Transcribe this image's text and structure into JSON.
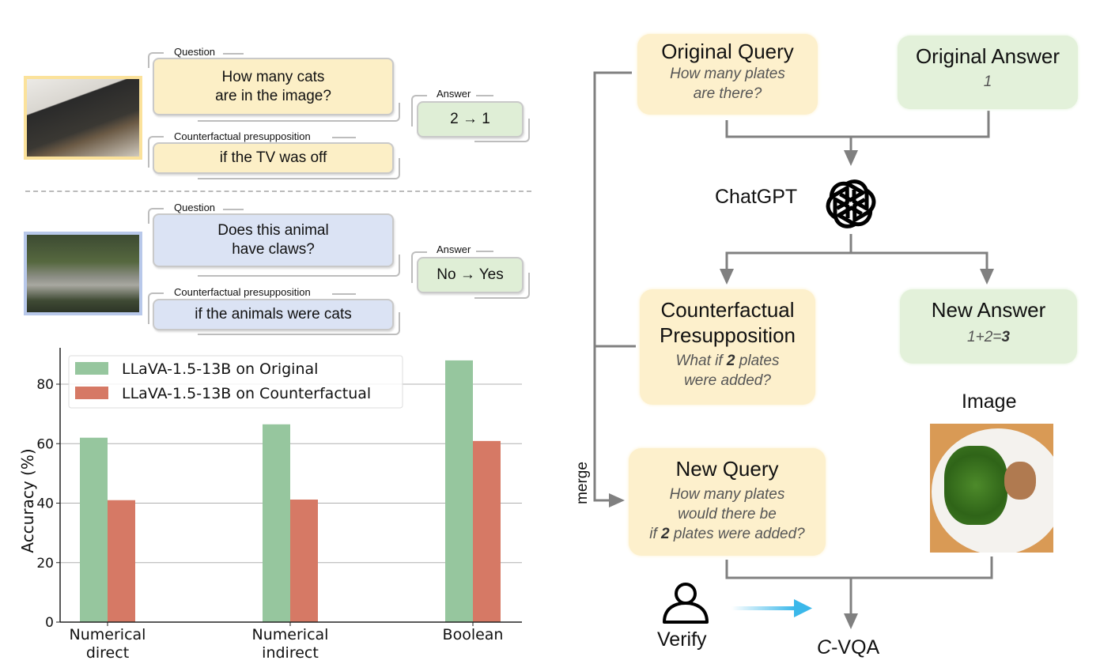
{
  "examples": [
    {
      "image_alt": "cat in front of TV",
      "question_tag": "Question",
      "question_lines": [
        "How many cats",
        "are in the image?"
      ],
      "presupposition_tag": "Counterfactual presupposition",
      "presupposition": "if the TV was off",
      "answer_tag": "Answer",
      "answer": "2 → 1"
    },
    {
      "image_alt": "elephants in enclosure",
      "question_tag": "Question",
      "question_lines": [
        "Does this animal",
        "have claws?"
      ],
      "presupposition_tag": "Counterfactual presupposition",
      "presupposition": "if the animals were cats",
      "answer_tag": "Answer",
      "answer": "No → Yes"
    }
  ],
  "flow": {
    "original_query": {
      "title": "Original Query",
      "lines": [
        "How many plates",
        "are there?"
      ]
    },
    "original_answer": {
      "title": "Original Answer",
      "value": "1"
    },
    "chatgpt_label": "ChatGPT",
    "counterfactual": {
      "title_lines": [
        "Counterfactual",
        "Presupposition"
      ],
      "pre": "What if ",
      "num": "2",
      "post": " plates",
      "line2": "were added?"
    },
    "new_answer": {
      "title": "New Answer",
      "expr": "1+2=",
      "result": "3"
    },
    "image_label": "Image",
    "new_query": {
      "title": "New Query",
      "line1": "How many plates",
      "line2": "would there be",
      "pre": "if ",
      "num": "2",
      "post": " plates were added?"
    },
    "merge_label": "merge",
    "verify_label": "Verify",
    "output_prefix": "C",
    "output_suffix": "-VQA",
    "colors": {
      "arrow": "#808080",
      "verify_arrow": "#3bb8ea"
    }
  },
  "chart_data": {
    "type": "bar",
    "categories": [
      [
        "Numerical",
        "direct"
      ],
      [
        "Numerical",
        "indirect"
      ],
      [
        "Boolean"
      ]
    ],
    "series": [
      {
        "name": "LLaVA-1.5-13B on Original",
        "color": "#96c69e",
        "values": [
          62.0,
          66.5,
          88.0
        ]
      },
      {
        "name": "LLaVA-1.5-13B on Counterfactual",
        "color": "#d67965",
        "values": [
          41.0,
          41.2,
          60.9
        ]
      }
    ],
    "title": "",
    "xlabel": "",
    "ylabel": "Accuracy (%)",
    "ylim": [
      0,
      90
    ],
    "yticks": [
      0,
      20,
      40,
      60,
      80
    ],
    "grid": "y",
    "legend": "top-left"
  }
}
